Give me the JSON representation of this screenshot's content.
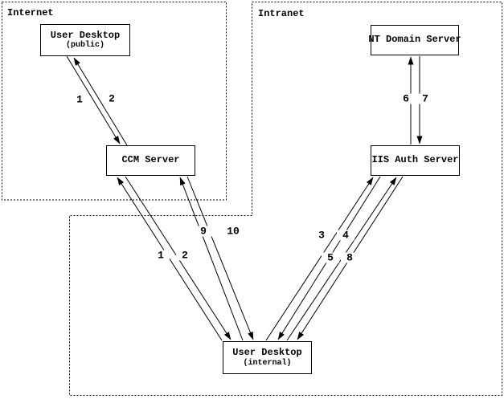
{
  "diagram": {
    "regions": [
      {
        "id": "internet",
        "label": "Internet"
      },
      {
        "id": "intranet",
        "label": "Intranet"
      }
    ],
    "nodes": [
      {
        "id": "ud-public",
        "title": "User Desktop",
        "subtitle": "(public)"
      },
      {
        "id": "nt-domain",
        "title": "NT Domain Server"
      },
      {
        "id": "ccm",
        "title": "CCM Server"
      },
      {
        "id": "iis-auth",
        "title": "IIS Auth Server"
      },
      {
        "id": "ud-internal",
        "title": "User Desktop",
        "subtitle": "(internal)"
      }
    ],
    "flow_labels": [
      {
        "id": "step-1-public",
        "text": "1"
      },
      {
        "id": "step-2-public",
        "text": "2"
      },
      {
        "id": "step-1-internal",
        "text": "1"
      },
      {
        "id": "step-2-internal",
        "text": "2"
      },
      {
        "id": "step-9",
        "text": "9"
      },
      {
        "id": "step-10",
        "text": "10"
      },
      {
        "id": "step-3",
        "text": "3"
      },
      {
        "id": "step-4",
        "text": "4"
      },
      {
        "id": "step-5",
        "text": "5"
      },
      {
        "id": "step-8",
        "text": "8"
      },
      {
        "id": "step-6",
        "text": "6"
      },
      {
        "id": "step-7",
        "text": "7"
      }
    ],
    "colors": {
      "line": "#000000",
      "background": "#ffffff"
    }
  }
}
